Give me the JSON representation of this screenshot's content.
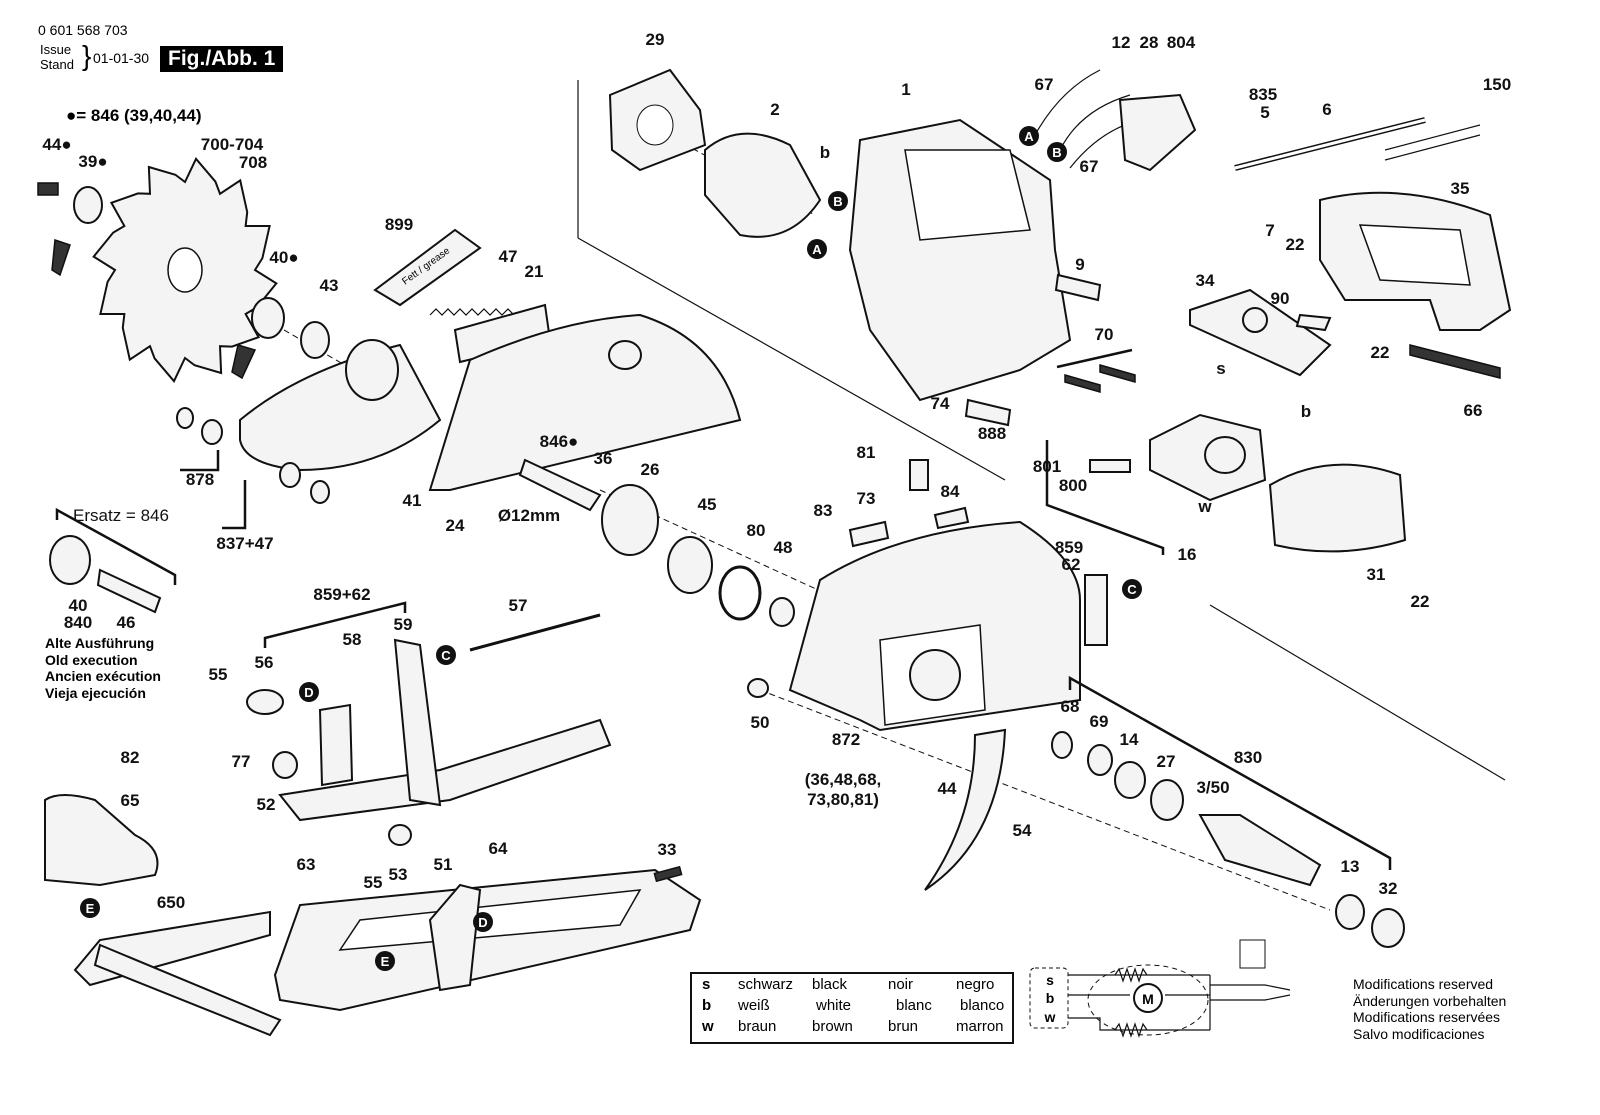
{
  "header": {
    "part_number": "0 601 568 703",
    "issue_label": "Issue",
    "stand_label": "Stand",
    "issue_date": "01-01-30",
    "figure_label": "Fig./Abb. 1",
    "kit_note": "●= 846 (39,40,44)"
  },
  "callouts": [
    "29",
    "12",
    "28",
    "804",
    "67",
    "67",
    "835",
    "5",
    "6",
    "150",
    "1",
    "2",
    "b",
    "35",
    "7",
    "22",
    "9",
    "34",
    "90",
    "22",
    "70",
    "74",
    "888",
    "s",
    "b",
    "66",
    "801",
    "800",
    "w",
    "16",
    "31",
    "22",
    "859",
    "62",
    "81",
    "73",
    "84",
    "83",
    "80",
    "48",
    "846●",
    "36",
    "26",
    "45",
    "Ø12mm",
    "41",
    "24",
    "47",
    "21",
    "899",
    "43",
    "40●",
    "700-704",
    "708",
    "44●",
    "39●",
    "878",
    "837+47",
    "Ersatz = 846",
    "40",
    "840",
    "46",
    "859+62",
    "57",
    "59",
    "58",
    "56",
    "55",
    "77",
    "52",
    "82",
    "65",
    "64",
    "55",
    "53",
    "63",
    "51",
    "33",
    "650",
    "50",
    "872",
    "(36,48,68,",
    "73,80,81)",
    "44",
    "54",
    "68",
    "69",
    "14",
    "27",
    "830",
    "3/50",
    "13",
    "32"
  ],
  "markers": [
    "A",
    "B",
    "B",
    "A",
    "C",
    "C",
    "D",
    "D",
    "E",
    "E"
  ],
  "grease_tube_text": "Fett / grease",
  "old_execution": [
    "Alte Ausführung",
    "Old execution",
    "Ancien exécution",
    "Vieja ejecución"
  ],
  "wire_legend": [
    {
      "code": "s",
      "de": "schwarz",
      "en": "black",
      "fr": "noir",
      "es": "negro"
    },
    {
      "code": "b",
      "de": "weiß",
      "en": "white",
      "fr": "blanc",
      "es": "blanco"
    },
    {
      "code": "w",
      "de": "braun",
      "en": "brown",
      "fr": "brun",
      "es": "marron"
    }
  ],
  "circuit": {
    "motor": "M",
    "wires": [
      "s",
      "b",
      "w"
    ]
  },
  "modifications": [
    "Modifications reserved",
    "Änderungen vorbehalten",
    "Modifications reservées",
    "Salvo modificaciones"
  ]
}
